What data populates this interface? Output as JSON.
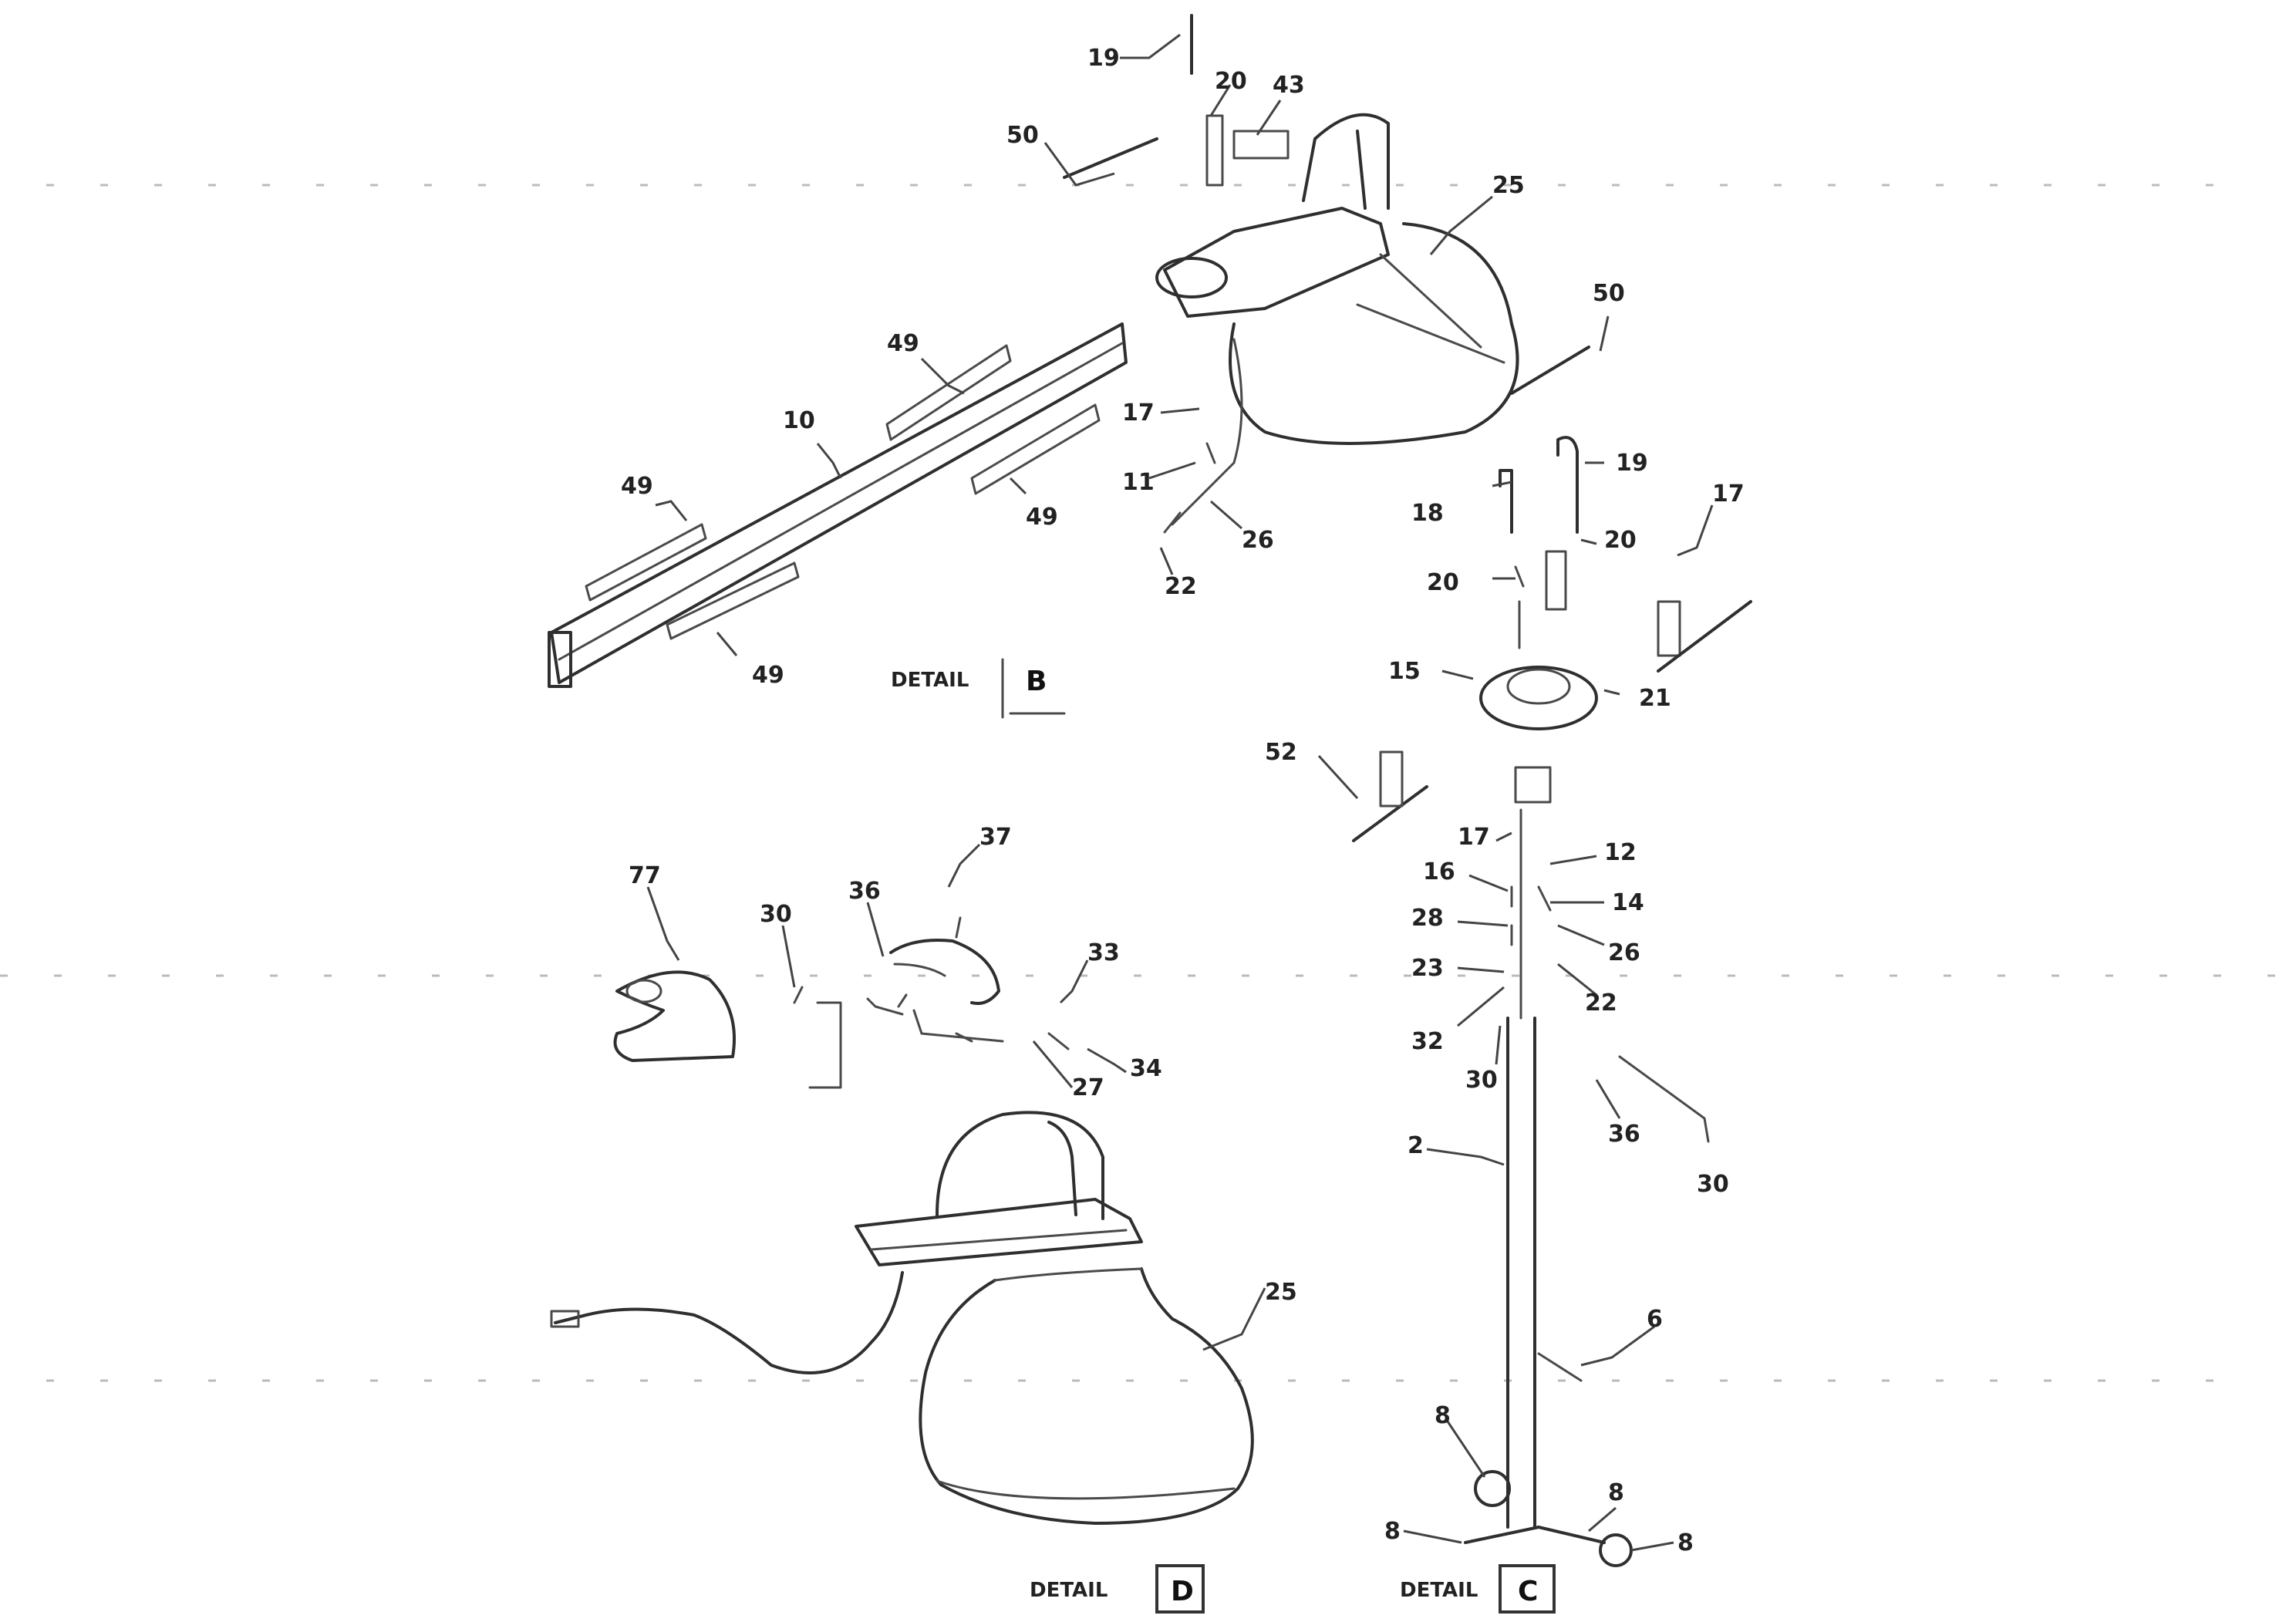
{
  "detail_b": {
    "caption": "DETAIL",
    "letter": "B",
    "callouts": [
      "19",
      "20",
      "43",
      "50",
      "25",
      "50",
      "49",
      "10",
      "49",
      "49",
      "49",
      "17",
      "11",
      "26",
      "22"
    ]
  },
  "detail_c": {
    "caption": "DETAIL",
    "letter": "C",
    "callouts": [
      "18",
      "19",
      "17",
      "20",
      "20",
      "15",
      "21",
      "52",
      "17",
      "12",
      "16",
      "14",
      "28",
      "26",
      "23",
      "22",
      "32",
      "30",
      "36",
      "30",
      "2",
      "6",
      "8",
      "8",
      "8",
      "8"
    ]
  },
  "detail_d": {
    "caption": "DETAIL",
    "letter": "D",
    "callouts": [
      "77",
      "30",
      "36",
      "37",
      "33",
      "27",
      "34",
      "25"
    ]
  }
}
